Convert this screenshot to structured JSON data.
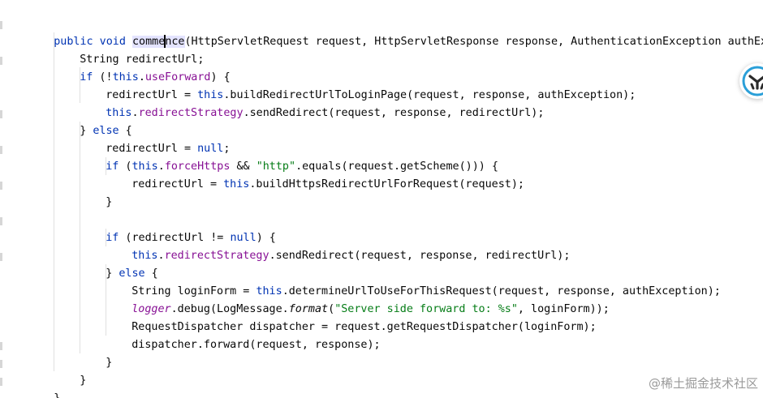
{
  "code": {
    "line1": {
      "modifiers": "public void",
      "method_a": "comme",
      "method_b": "nce",
      "params": "(HttpServletRequest request, HttpServletResponse response, AuthenticationException authExcepti"
    },
    "line2": {
      "text": "String redirectUrl;"
    },
    "line3": {
      "kw_if": "if",
      "p1": " (!",
      "kw_this": "this",
      "p2": ".",
      "field": "useForward",
      "p3": ") {"
    },
    "line4": {
      "p1": "redirectUrl = ",
      "kw_this": "this",
      "p2": ".buildRedirectUrlToLoginPage(request, response, authException);"
    },
    "line5": {
      "kw_this": "this",
      "p1": ".",
      "field": "redirectStrategy",
      "p2": ".sendRedirect(request, response, redirectUrl);"
    },
    "line6": {
      "p1": "} ",
      "kw_else": "else",
      "p2": " {"
    },
    "line7": {
      "p1": "redirectUrl = ",
      "kw_null": "null",
      "p2": ";"
    },
    "line8": {
      "kw_if": "if",
      "p1": " (",
      "kw_this": "this",
      "p2": ".",
      "field": "forceHttps",
      "p3": " && ",
      "str": "\"http\"",
      "p4": ".equals(request.getScheme())) {"
    },
    "line9": {
      "p1": "redirectUrl = ",
      "kw_this": "this",
      "p2": ".buildHttpsRedirectUrlForRequest(request);"
    },
    "line10": {
      "text": "}"
    },
    "line12": {
      "kw_if": "if",
      "p1": " (redirectUrl != ",
      "kw_null": "null",
      "p2": ") {"
    },
    "line13": {
      "kw_this": "this",
      "p1": ".",
      "field": "redirectStrategy",
      "p2": ".sendRedirect(request, response, redirectUrl);"
    },
    "line14": {
      "p1": "} ",
      "kw_else": "else",
      "p2": " {"
    },
    "line15": {
      "p1": "String loginForm = ",
      "kw_this": "this",
      "p2": ".determineUrlToUseForThisRequest(request, response, authException);"
    },
    "line16": {
      "logger": "logger",
      "p1": ".debug(LogMessage.",
      "format": "format",
      "p2": "(",
      "str": "\"Server side forward to: %s\"",
      "p3": ", loginForm));"
    },
    "line17": {
      "text": "RequestDispatcher dispatcher = request.getRequestDispatcher(loginForm);"
    },
    "line18": {
      "text": "dispatcher.forward(request, response);"
    },
    "line19": {
      "text": "}"
    },
    "line20": {
      "text": "}"
    },
    "line21": {
      "text": "}"
    }
  },
  "watermark": "@稀土掘金技术社区",
  "colors": {
    "keyword": "#0033b3",
    "field": "#871094",
    "string": "#067d17",
    "text": "#080808",
    "highlight": "#e4e4ff"
  },
  "icons": {
    "plugin": "plugin-logo-icon"
  }
}
